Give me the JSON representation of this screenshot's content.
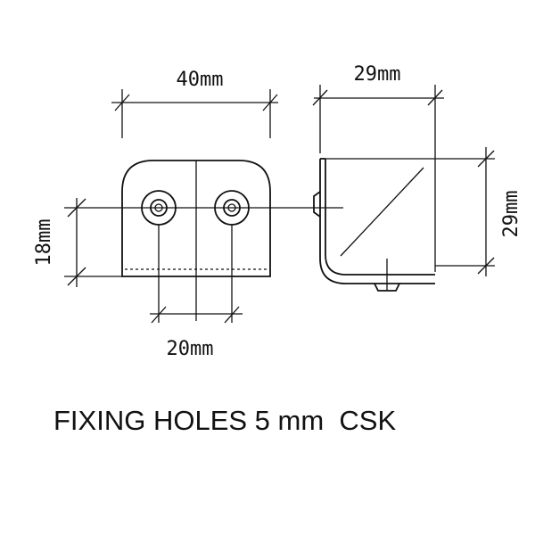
{
  "dimensions": {
    "overall_width": "40mm",
    "side_width": "29mm",
    "side_height": "29mm",
    "height": "18mm",
    "hole_spacing": "20mm"
  },
  "caption": "FIXING HOLES 5 mm  CSK",
  "colors": {
    "ink": "#111111",
    "background": "#ffffff"
  }
}
